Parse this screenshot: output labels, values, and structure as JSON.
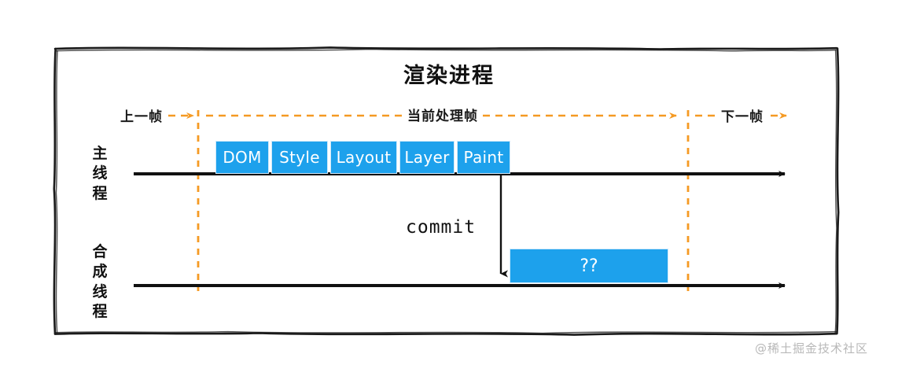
{
  "diagram": {
    "title": "渲染进程",
    "watermark": "@稀土掘金技术社区",
    "accent_blue": "#1da1ec",
    "accent_orange": "#f59a23",
    "line_black": "#111111"
  },
  "timeline": {
    "segments": [
      {
        "id": "previous-frame",
        "label": "上一帧"
      },
      {
        "id": "current-frame",
        "label": "当前处理帧"
      },
      {
        "id": "next-frame",
        "label": "下一帧"
      }
    ]
  },
  "threads": {
    "main": {
      "label": "主线程",
      "label_chars": "主\n线\n程",
      "stages": [
        {
          "name": "dom",
          "label": "DOM"
        },
        {
          "name": "style",
          "label": "Style"
        },
        {
          "name": "layout",
          "label": "Layout"
        },
        {
          "name": "layer",
          "label": "Layer"
        },
        {
          "name": "paint",
          "label": "Paint"
        }
      ]
    },
    "compositor": {
      "label": "合成线程",
      "label_chars": "合\n成\n线\n程",
      "blocks": [
        {
          "name": "unknown-task",
          "label": "??"
        }
      ]
    }
  },
  "annotations": {
    "commit": "commit"
  }
}
